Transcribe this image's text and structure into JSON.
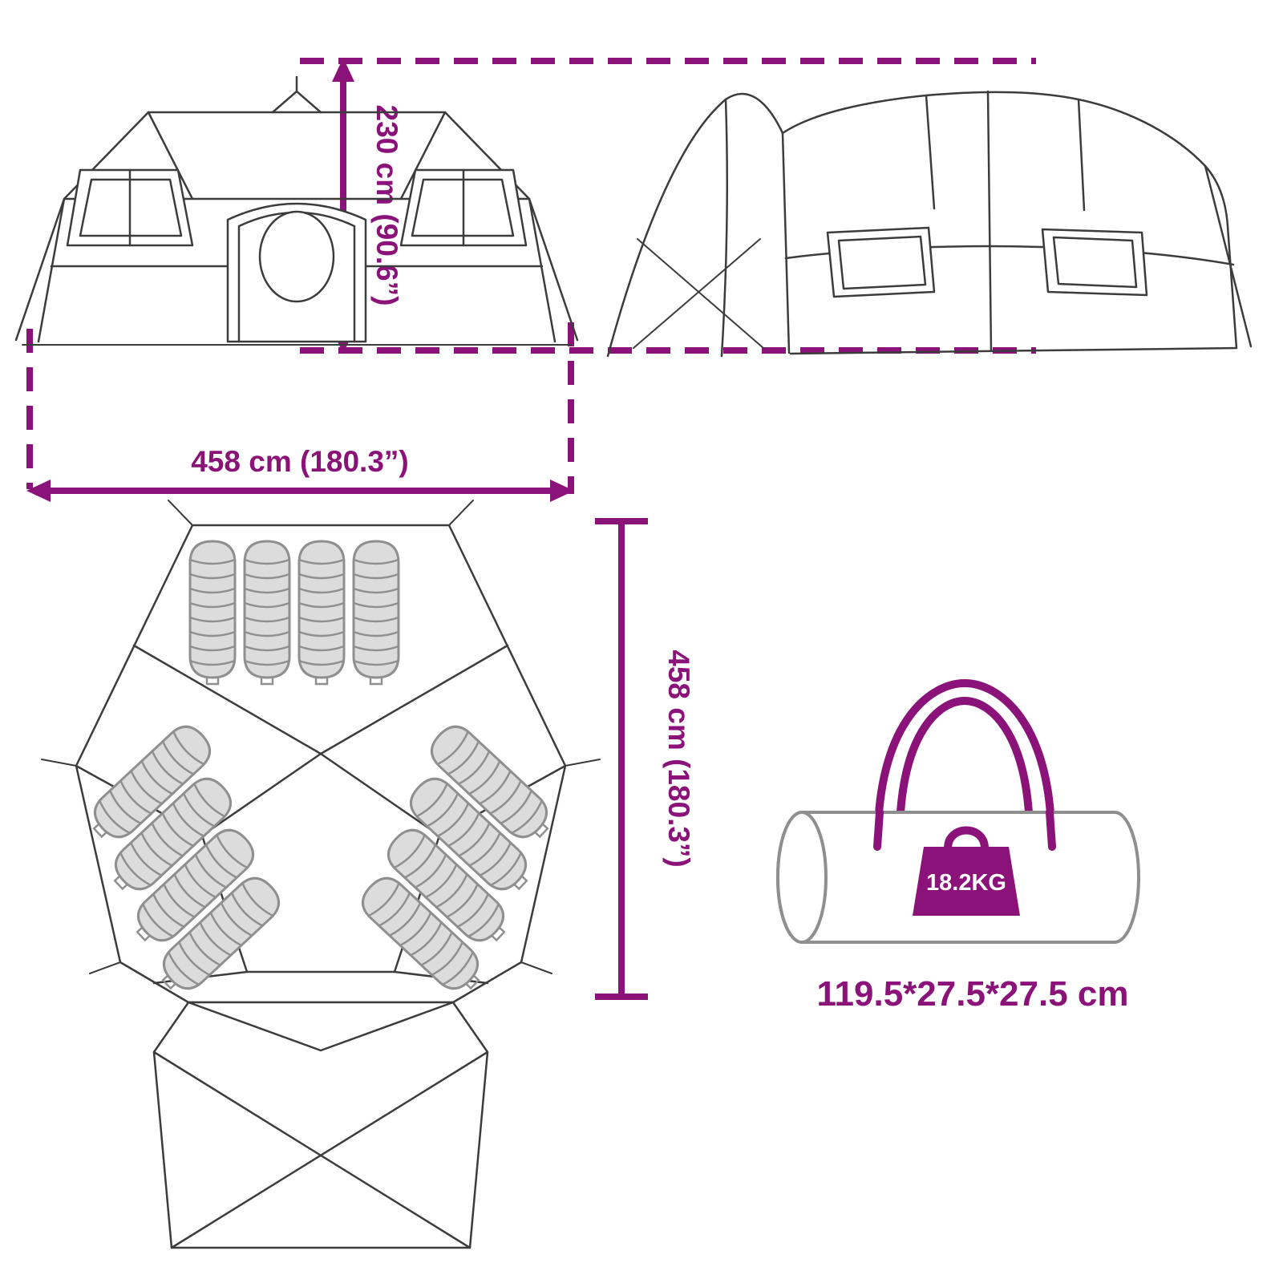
{
  "product_diagram": {
    "dimensions": {
      "height": "230 cm (90.6”)",
      "width": "458 cm (180.3”)",
      "depth": "458 cm (180.3”)"
    },
    "carry_bag": {
      "weight": "18.2KG",
      "size": "119.5*27.5*27.5 cm"
    }
  },
  "colors": {
    "accent": "#8A1278",
    "line": "#3C3C3C",
    "bag-fill": "#DCDCDC",
    "bag-outline": "#8F8F8F"
  }
}
